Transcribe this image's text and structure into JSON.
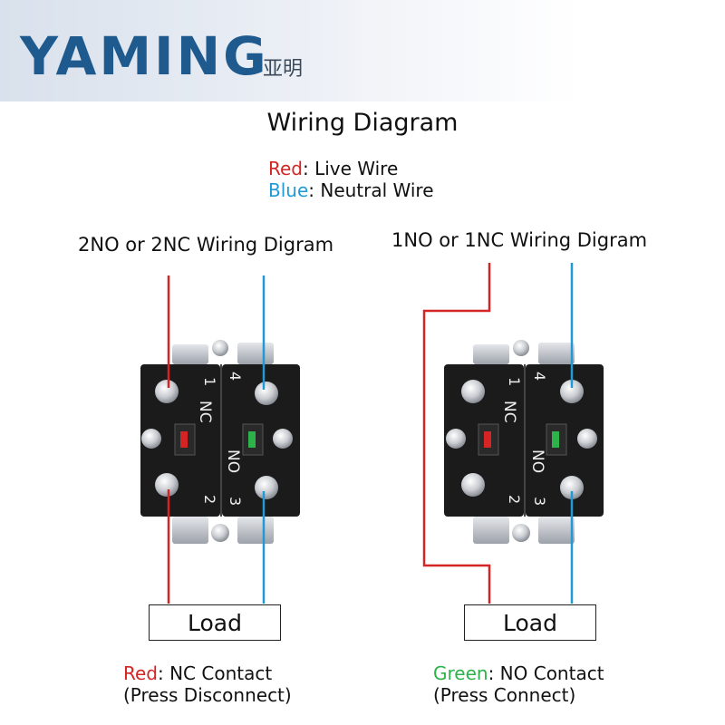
{
  "brand": {
    "name": "YAMING",
    "chinese": "亚明"
  },
  "title": "Wiring Diagram",
  "legend": {
    "red_word": "Red",
    "red_rest": ": Live Wire",
    "blue_word": "Blue",
    "blue_rest": ": Neutral Wire"
  },
  "left_diagram": {
    "heading": "2NO or 2NC Wiring Digram",
    "load_label": "Load",
    "note_color_word": "Red",
    "note_rest": ": NC Contact",
    "note_line2": "(Press Disconnect)"
  },
  "right_diagram": {
    "heading": "1NO or 1NC Wiring Digram",
    "load_label": "Load",
    "note_color_word": "Green",
    "note_rest": ": NO Contact",
    "note_line2": "(Press Connect)"
  },
  "block_labels": {
    "terminal_1": "1",
    "terminal_2": "2",
    "terminal_3": "3",
    "terminal_4": "4",
    "nc": "NC",
    "no": "NO"
  },
  "colors": {
    "live_wire": "#d42424",
    "neutral_wire": "#1f9ad6",
    "brand": "#1e5a8e",
    "no_contact": "#2db34a"
  }
}
